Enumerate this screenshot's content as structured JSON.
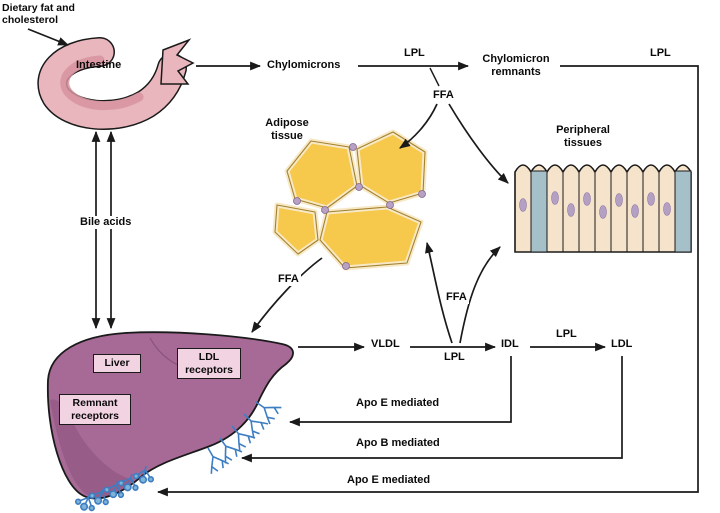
{
  "diagram": {
    "nodes": {
      "dietary": "Dietary fat and cholesterol",
      "intestine": "Intestine",
      "chylomicrons": "Chylomicrons",
      "chylomicron_remnants": "Chylomicron remnants",
      "adipose_tissue": "Adipose tissue",
      "peripheral_tissues": "Peripheral tissues",
      "bile_acids": "Bile acids",
      "liver": "Liver",
      "ldl_receptors": "LDL receptors",
      "remnant_receptors": "Remnant receptors",
      "vldl": "VLDL",
      "idl": "IDL",
      "ldl": "LDL"
    },
    "enzymes": {
      "lpl_chylomicron": "LPL",
      "lpl_far_right": "LPL",
      "lpl_vldl_idl": "LPL",
      "lpl_idl_ldl": "LPL",
      "ffa_chylomicron": "FFA",
      "ffa_adipose_liver": "FFA",
      "ffa_vldl_idl": "FFA"
    },
    "pathways": {
      "apo_e_idl": "Apo E mediated",
      "apo_b_ldl": "Apo B mediated",
      "apo_e_remnants": "Apo E mediated"
    },
    "colors": {
      "intestine": "#e9b6bd",
      "liver": "#a76a96",
      "adipose": "#f6c84c",
      "peripheral": "#f5e3cb",
      "blue_cell": "#a5c0c9",
      "receptor": "#3d7ec2",
      "label_box": "#f2d3e2",
      "line": "#1a1a1a"
    }
  }
}
